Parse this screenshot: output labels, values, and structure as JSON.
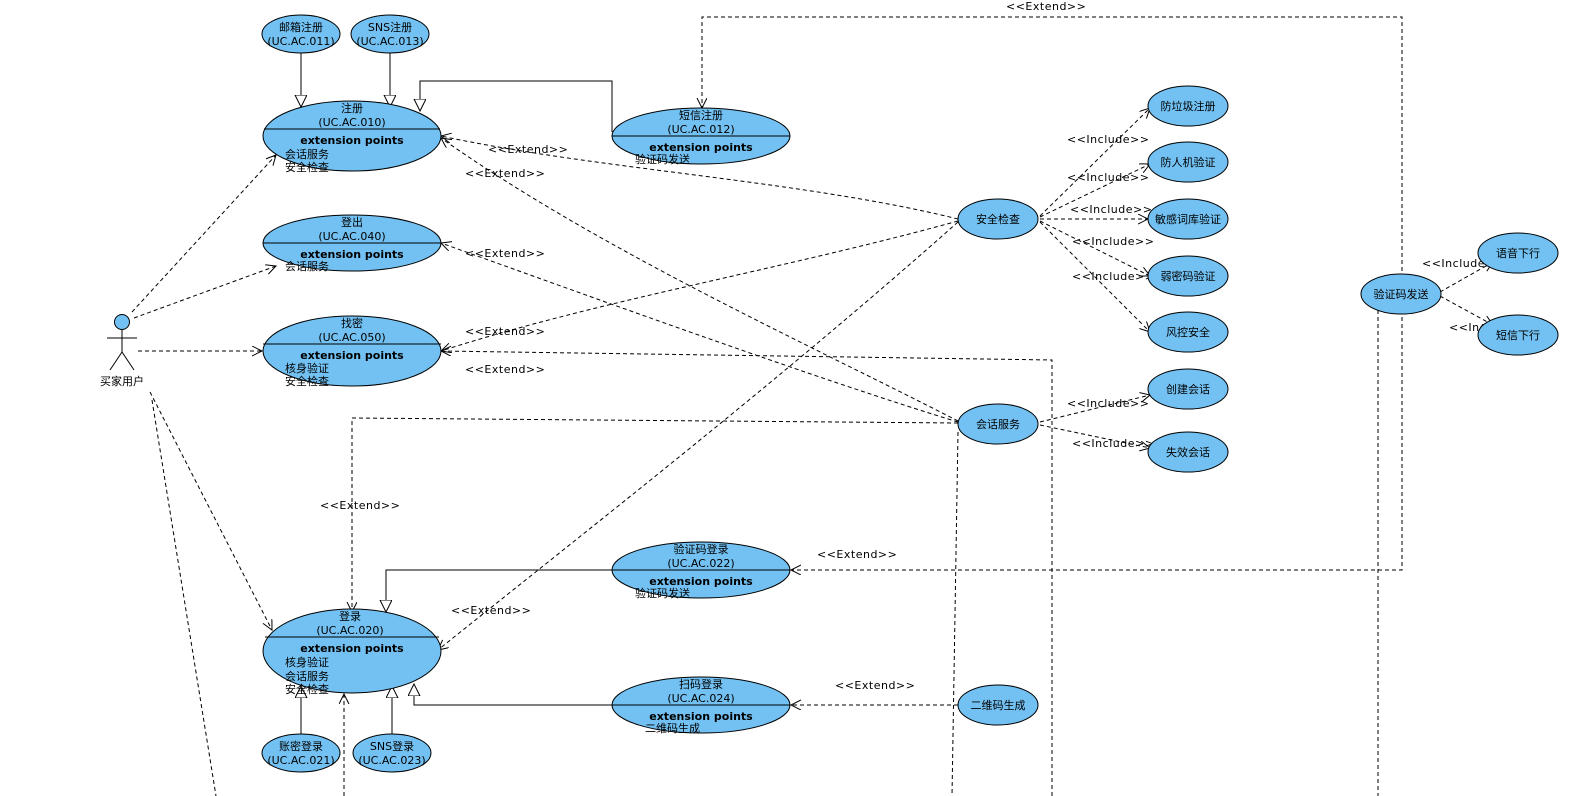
{
  "diagram": {
    "actor": {
      "label": "买家用户"
    },
    "stereotypes": {
      "extend": "<<Extend>>",
      "include": "<<Include>>"
    },
    "use_cases": {
      "email_register": {
        "name": "邮箱注册",
        "id": "(UC.AC.011)"
      },
      "sns_register": {
        "name": "SNS注册",
        "id": "(UC.AC.013)"
      },
      "register": {
        "name": "注册",
        "id": "(UC.AC.010)",
        "ep_title": "extension points",
        "ep_items": [
          "会话服务",
          "安全检查"
        ]
      },
      "sms_register": {
        "name": "短信注册",
        "id": "(UC.AC.012)",
        "ep_title": "extension points",
        "ep_items": [
          "验证码发送"
        ]
      },
      "logout": {
        "name": "登出",
        "id": "(UC.AC.040)",
        "ep_title": "extension points",
        "ep_items": [
          "会话服务"
        ]
      },
      "find_password": {
        "name": "找密",
        "id": "(UC.AC.050)",
        "ep_title": "extension points",
        "ep_items": [
          "核身验证",
          "安全检查"
        ]
      },
      "login": {
        "name": "登录",
        "id": "(UC.AC.020)",
        "ep_title": "extension points",
        "ep_items": [
          "核身验证",
          "会话服务",
          "安全检查"
        ]
      },
      "code_login": {
        "name": "验证码登录",
        "id": "(UC.AC.022)",
        "ep_title": "extension points",
        "ep_items": [
          "验证码发送"
        ]
      },
      "scan_login": {
        "name": "扫码登录",
        "id": "(UC.AC.024)",
        "ep_title": "extension points",
        "ep_items": [
          "二维码生成"
        ]
      },
      "account_login": {
        "name": "账密登录",
        "id": "(UC.AC.021)"
      },
      "sns_login": {
        "name": "SNS登录",
        "id": "(UC.AC.023)"
      },
      "security_check": {
        "name": "安全检查"
      },
      "session_service": {
        "name": "会话服务"
      },
      "qr_generate": {
        "name": "二维码生成"
      },
      "anti_spam": {
        "name": "防垃圾注册"
      },
      "anti_bot": {
        "name": "防人机验证"
      },
      "sensitive_words": {
        "name": "敏感词库验证"
      },
      "weak_password": {
        "name": "弱密码验证"
      },
      "risk_control": {
        "name": "风控安全"
      },
      "create_session": {
        "name": "创建会话"
      },
      "invalidate_session": {
        "name": "失效会话"
      },
      "code_send": {
        "name": "验证码发送"
      },
      "voice_down": {
        "name": "语音下行"
      },
      "sms_down": {
        "name": "短信下行"
      }
    }
  }
}
